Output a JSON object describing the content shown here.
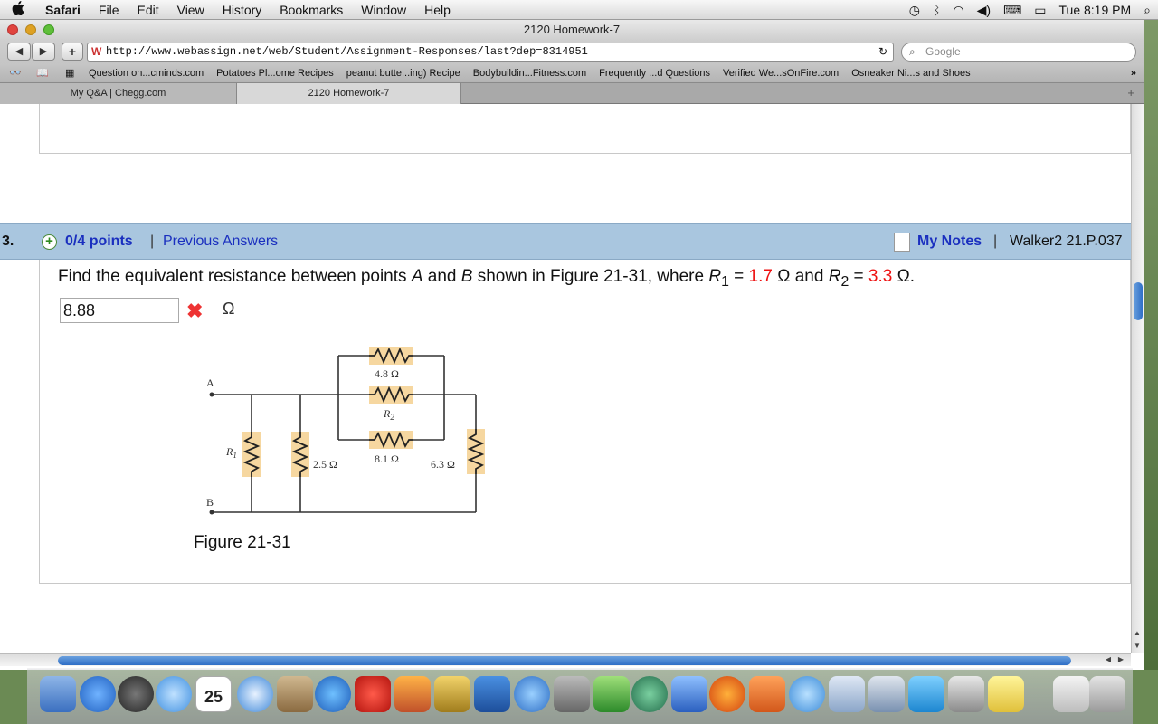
{
  "menubar": {
    "apple": "",
    "app": "Safari",
    "items": [
      "File",
      "Edit",
      "View",
      "History",
      "Bookmarks",
      "Window",
      "Help"
    ],
    "clock": "Tue 8:19 PM"
  },
  "window": {
    "title": "2120 Homework-7",
    "url": "http://www.webassign.net/web/Student/Assignment-Responses/last?dep=8314951",
    "search_placeholder": "Google",
    "bookmarks": [
      "Question on...cminds.com",
      "Potatoes Pl...ome Recipes",
      "peanut butte...ing) Recipe",
      "Bodybuildin...Fitness.com",
      "Frequently ...d Questions",
      "Verified We...sOnFire.com",
      "Osneaker Ni...s and Shoes"
    ],
    "bookmarks_more": "»",
    "tabs": [
      "My Q&A | Chegg.com",
      "2120 Homework-7"
    ]
  },
  "question": {
    "number": "3.",
    "points": "0/4 points",
    "separator": "|",
    "previous_answers": "Previous Answers",
    "my_notes": "My Notes",
    "reference": "Walker2 21.P.037",
    "text_prefix": "Find the equivalent resistance between points ",
    "point_a": "A",
    "text_and": " and ",
    "point_b": "B",
    "text_mid": " shown in Figure 21-31, where ",
    "r1_label": "R",
    "r1_sub": "1",
    "eq": " = ",
    "r1_value": "1.7",
    "unit": " Ω",
    "and_text": " and ",
    "r2_label": "R",
    "r2_sub": "2",
    "r2_value": "3.3",
    "unit_end": " Ω.",
    "answer_value": "8.88",
    "answer_unit": "Ω",
    "wrong_mark": "✖",
    "figure_caption": "Figure 21-31",
    "circuit_labels": {
      "a": "A",
      "b": "B",
      "r1": "R",
      "r1_sub": "1",
      "r2": "R",
      "r2_sub": "2",
      "r_top": "4.8 Ω",
      "r_bottom": "8.1 Ω",
      "r_25": "2.5 Ω",
      "r_63": "6.3 Ω"
    }
  },
  "colors": {
    "header_bg": "#a9c6df",
    "link": "#1a2fbf",
    "wrong": "#e33333",
    "resistor_bg": "#f6d7a0"
  },
  "dock": {
    "calendar_day": "25"
  }
}
